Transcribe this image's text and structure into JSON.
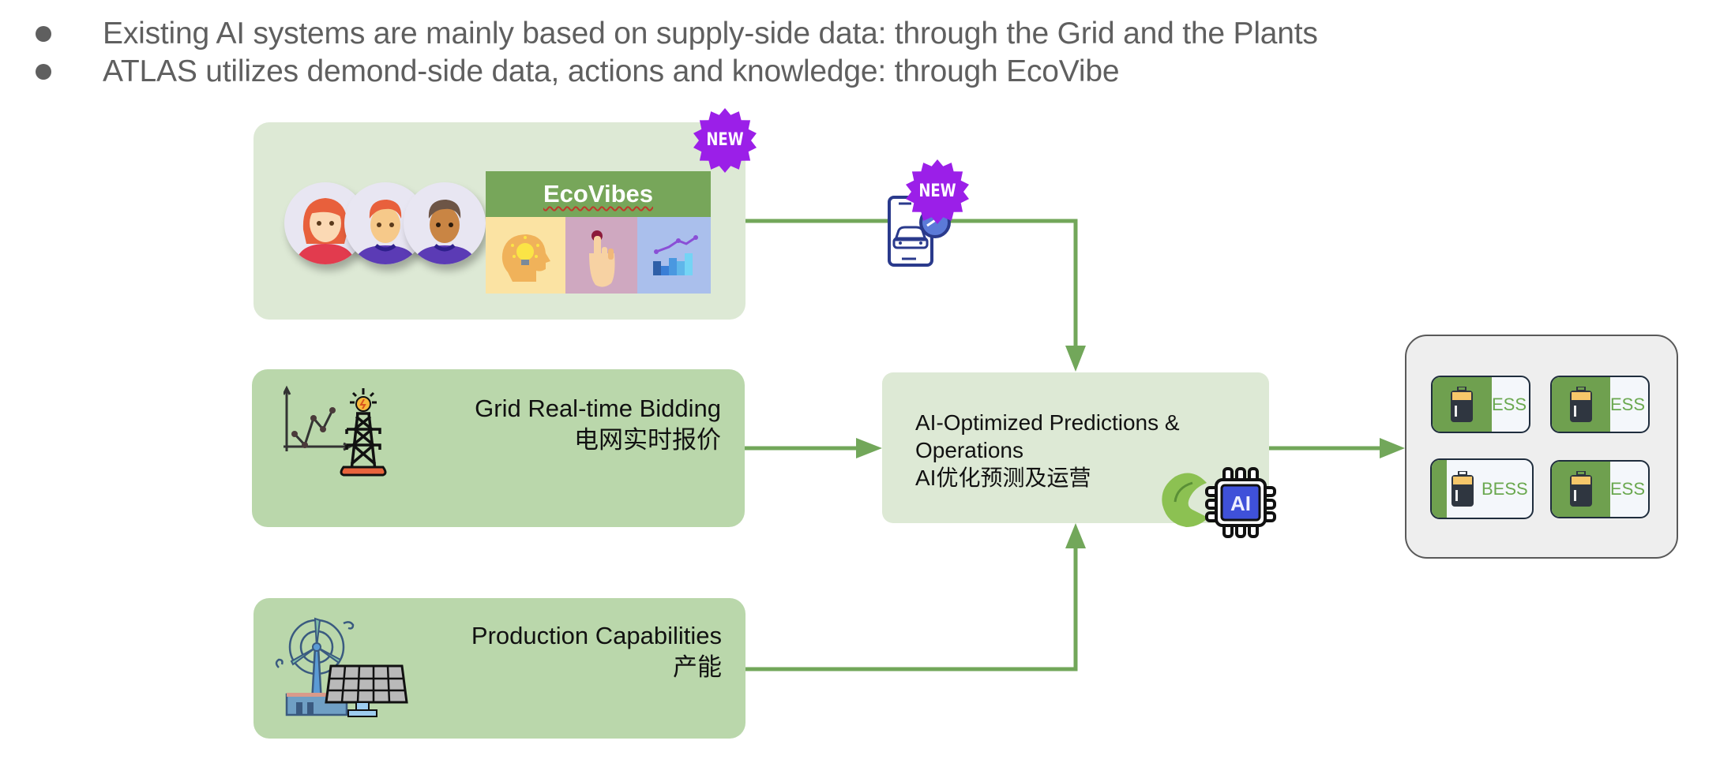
{
  "bullets": [
    {
      "text": "Existing AI systems are mainly based on supply-side data: through the Grid and the Plants"
    },
    {
      "text": "ATLAS utilizes demond-side data, actions and knowledge: through EcoVibe"
    }
  ],
  "ecovibe_box": {
    "panel_title": "EcoVibes",
    "badge": "NEW",
    "avatars": [
      "user-woman-avatar",
      "user-man-avatar",
      "user-man-dark-avatar"
    ],
    "tiles": [
      {
        "icon": "idea-head-icon",
        "color": "#fbe3a3"
      },
      {
        "icon": "tap-finger-icon",
        "color": "#cfa8c0"
      },
      {
        "icon": "analytics-chart-icon",
        "color": "#aabfec"
      }
    ]
  },
  "mobile_app": {
    "icon": "phone-car-icon",
    "badge": "NEW"
  },
  "grid_box": {
    "title": "Grid Real-time Bidding",
    "subtitle": "电网实时报价",
    "icon": "power-tower-chart-icon"
  },
  "production_box": {
    "title": "Production Capabilities",
    "subtitle": "产能",
    "icon": "wind-solar-icon"
  },
  "ai_box": {
    "line1": "AI-Optimized Predictions &",
    "line2": "Operations",
    "line3": "AI优化预测及运营",
    "chip_label": "AI",
    "icons": [
      "eco-leaf-icon",
      "ai-chip-icon"
    ]
  },
  "storage_box": {
    "cards": [
      {
        "label": "ESS"
      },
      {
        "label": "ESS"
      },
      {
        "label": "BESS"
      },
      {
        "label": "ESS"
      }
    ]
  },
  "colors": {
    "arrow": "#72a75a",
    "badge": "#9b1fe8",
    "box_light": "#dde9d5",
    "box_mid": "#bad7ab",
    "text_gray": "#5f5f5f"
  }
}
